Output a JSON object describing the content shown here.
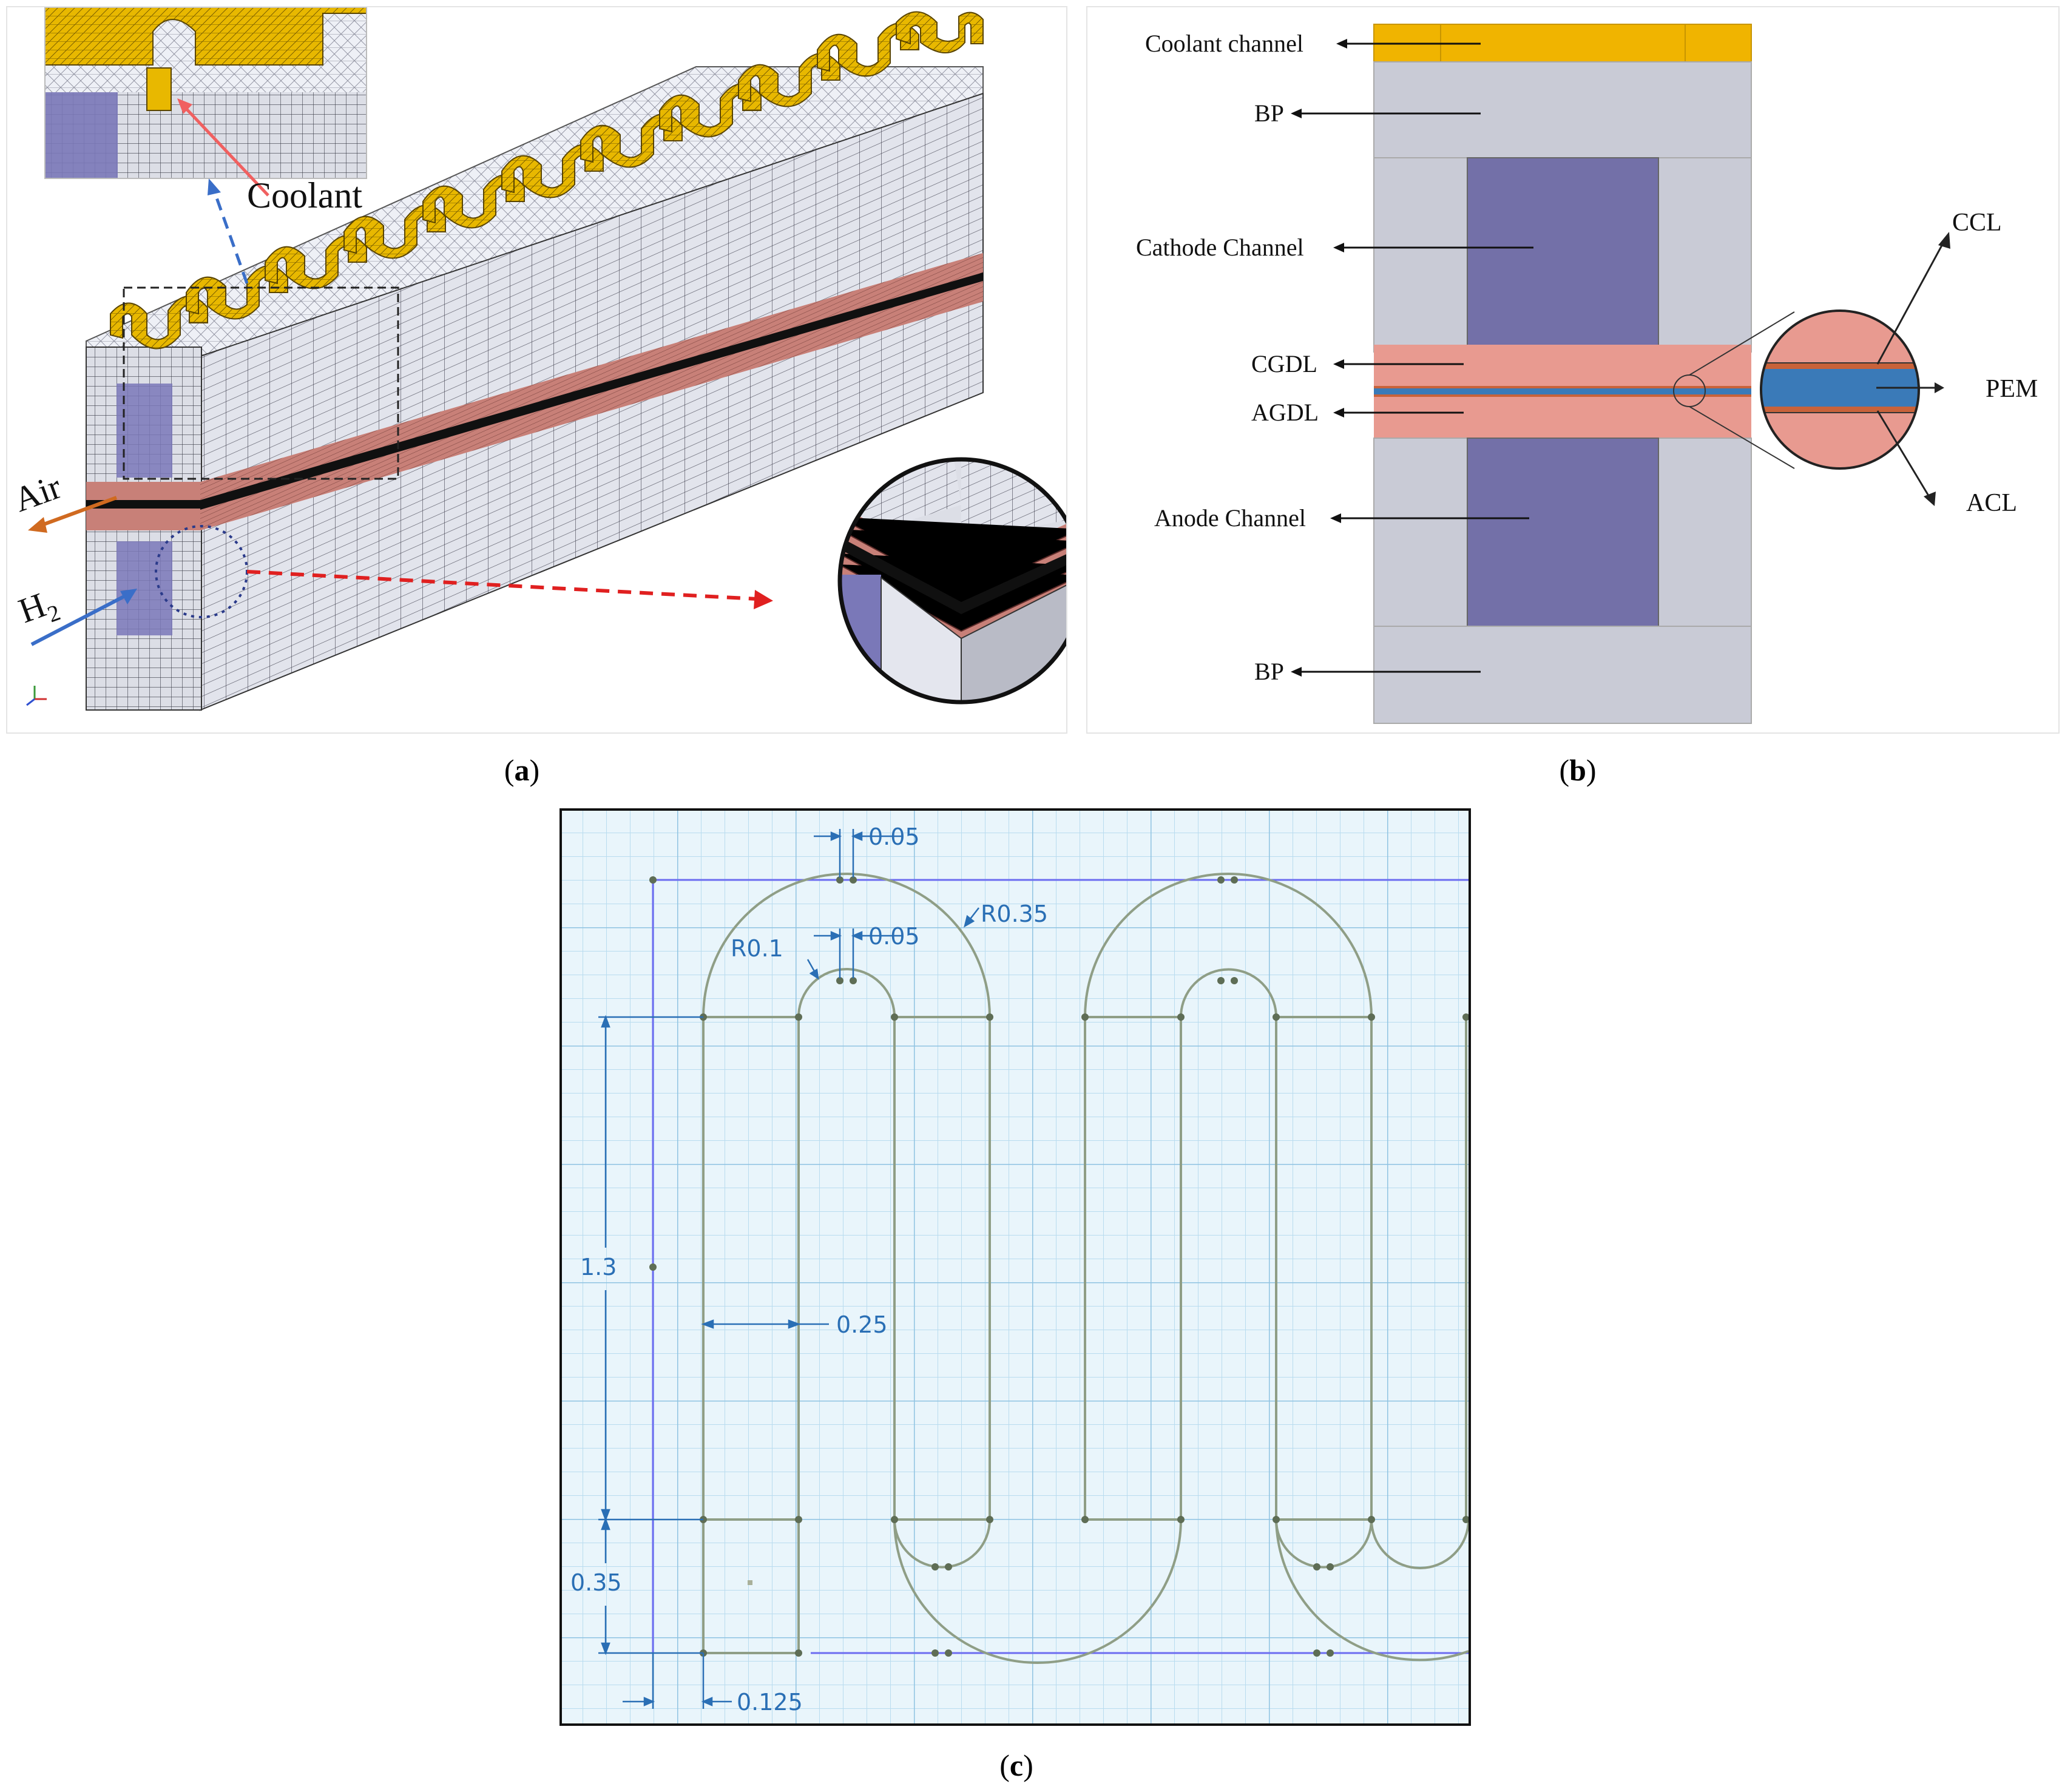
{
  "panel_a": {
    "caption": "a",
    "labels": {
      "coolant": "Coolant",
      "air": "Air",
      "h2_main": "H",
      "h2_sub": "2"
    },
    "colors": {
      "coolant": "#e8b400",
      "gdl": "#c8827a",
      "membrane": "#101010",
      "channel": "#7a78b8",
      "mesh": "#d9dbe4",
      "air_arrow": "#d06a20",
      "h2_arrow": "#3a6ec8",
      "callout": "#e02020"
    }
  },
  "panel_b": {
    "caption": "b",
    "labels": {
      "coolant_channel": "Coolant channel",
      "bp_top": "BP",
      "cathode_channel": "Cathode Channel",
      "cgdl": "CGDL",
      "agdl": "AGDL",
      "anode_channel": "Anode Channel",
      "bp_bottom": "BP",
      "ccl": "CCL",
      "pem": "PEM",
      "acl": "ACL"
    },
    "colors": {
      "coolant": "#f0b400",
      "bp": "#c9cbd6",
      "channel": "#7370a8",
      "gdl": "#e89a90",
      "pem": "#3a7ab8",
      "cl": "#c8623a"
    }
  },
  "panel_c": {
    "caption": "c",
    "dimensions": {
      "top_gap": "0.05",
      "inner_gap": "0.05",
      "inner_radius": "R0.1",
      "outer_radius": "R0.35",
      "height": "1.3",
      "width": "0.25",
      "bottom_height": "0.35",
      "offset": "0.125"
    },
    "colors": {
      "grid": "#b9dcef",
      "background": "#e9f5fb",
      "outline": "#8f9e86",
      "dimension": "#2a6fb5",
      "border_line": "#6c6cf0"
    }
  }
}
